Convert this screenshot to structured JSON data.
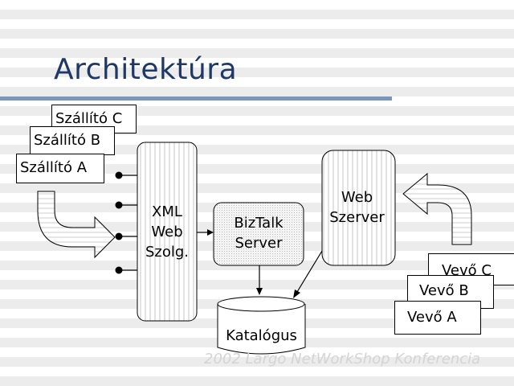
{
  "slide": {
    "title": "Architektúra",
    "footer": "2002 Largo NetWorkShop Konferencia"
  },
  "suppliers": [
    "Szállító C",
    "Szállító B",
    "Szállító A"
  ],
  "customers": [
    "Vevő C",
    "Vevő B",
    "Vevő A"
  ],
  "nodes": {
    "xml_web": [
      "XML",
      "Web",
      "Szolg."
    ],
    "biztalk": [
      "BizTalk",
      "Server"
    ],
    "web_server": [
      "Web",
      "Szerver"
    ],
    "catalog": "Katalógus"
  },
  "colors": {
    "title": "#1f3864",
    "rule": "#7b96b8"
  }
}
